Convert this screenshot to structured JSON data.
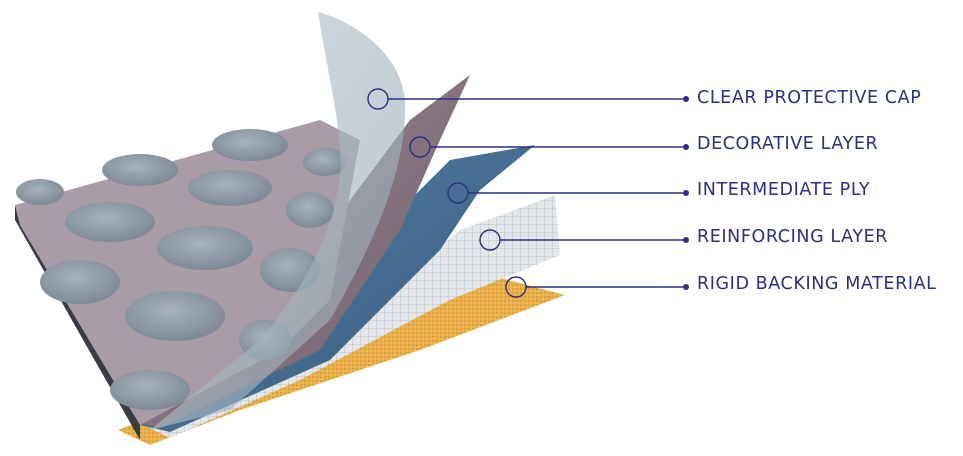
{
  "diagram": {
    "layers": [
      {
        "label": "CLEAR PROTECTIVE CAP"
      },
      {
        "label": "DECORATIVE LAYER"
      },
      {
        "label": "INTERMEDIATE PLY"
      },
      {
        "label": "REINFORCING LAYER"
      },
      {
        "label": "RIGID BACKING MATERIAL"
      }
    ]
  },
  "colors": {
    "label_text": "#2a2f8a",
    "leader_line": "#2d2f86",
    "clear_cap": "#a9b8c2",
    "decorative": "#8d7a86",
    "intermediate": "#3f6a90",
    "reinforcing": "#d9dde2",
    "backing": "#e2a63a",
    "stud": "#8d99a3"
  }
}
